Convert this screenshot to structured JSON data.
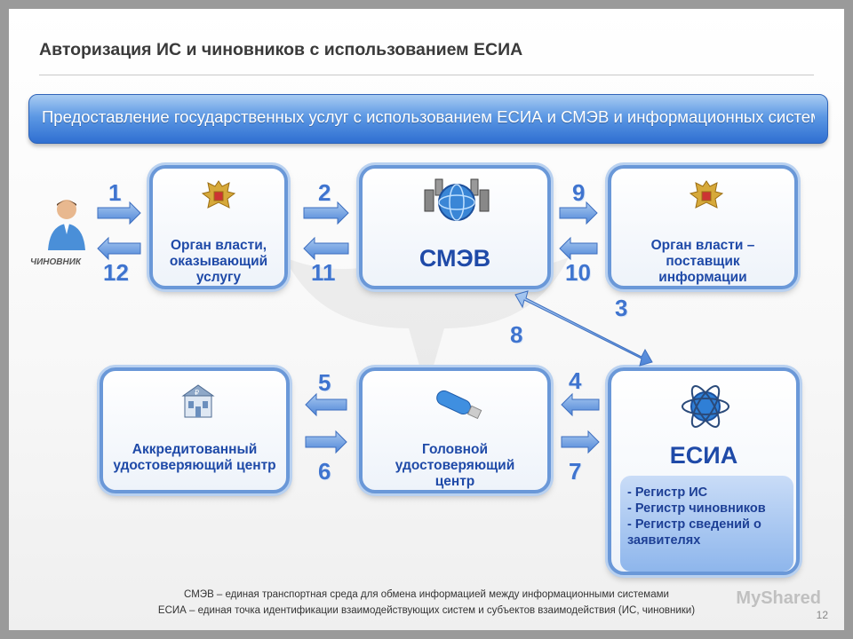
{
  "title": "Авторизация ИС и чиновников с использованием ЕСИА",
  "banner": "Предоставление государственных услуг с использованием ЕСИА и СМЭВ и информационных систем",
  "actor": {
    "label": "ЧИНОВНИК"
  },
  "nodes": {
    "organ_service": "Орган власти, оказывающий услугу",
    "smev": "СМЭВ",
    "organ_provider": "Орган власти – поставщик информации",
    "acc_center": "Аккредитованный удостоверяющий центр",
    "head_center": "Головной удостоверяющий центр",
    "esia": "ЕСИА",
    "esia_registry": [
      "- Регистр ИС",
      "- Регистр чиновников",
      "- Регистр сведений о заявителях"
    ]
  },
  "steps": [
    "1",
    "2",
    "3",
    "4",
    "5",
    "6",
    "7",
    "8",
    "9",
    "10",
    "11",
    "12"
  ],
  "footer": {
    "line1": "СМЭВ – единая транспортная среда для обмена информацией между информационными системами",
    "line2": "ЕСИА – единая точка идентификации взаимодействующих систем и субъектов взаимодействия (ИС, чиновники)"
  },
  "page_number": "12",
  "watermark": "MyShared",
  "colors": {
    "accent": "#3f74cf",
    "box_border": "#6a98d8",
    "label": "#1f4aa8",
    "banner": "#2f6fd1"
  }
}
